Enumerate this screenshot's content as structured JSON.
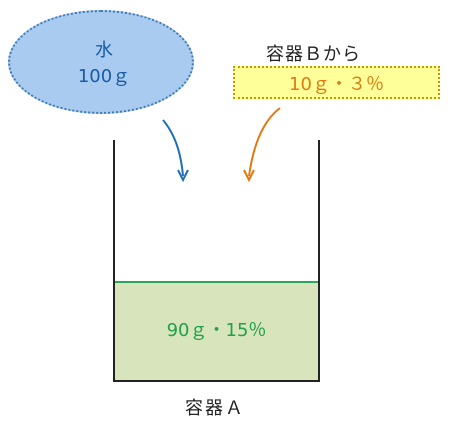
{
  "water": {
    "title": "水",
    "amount": "100ｇ"
  },
  "added": {
    "source": "容器Ｂから",
    "value": "10ｇ・３％"
  },
  "mixture": {
    "value": "90ｇ・15％"
  },
  "container": {
    "label": "容器Ａ"
  },
  "colors": {
    "water_fill": "#a8cbef",
    "water_text": "#1b5aa6",
    "water_arrow": "#1f6fb5",
    "added_fill": "#ffff99",
    "added_text": "#e07a10",
    "added_arrow": "#e07a10",
    "liquid_fill": "#d8e4bc",
    "liquid_text": "#1fa04a"
  },
  "icons": [
    "curved-arrow-icon",
    "curved-arrow-icon"
  ]
}
